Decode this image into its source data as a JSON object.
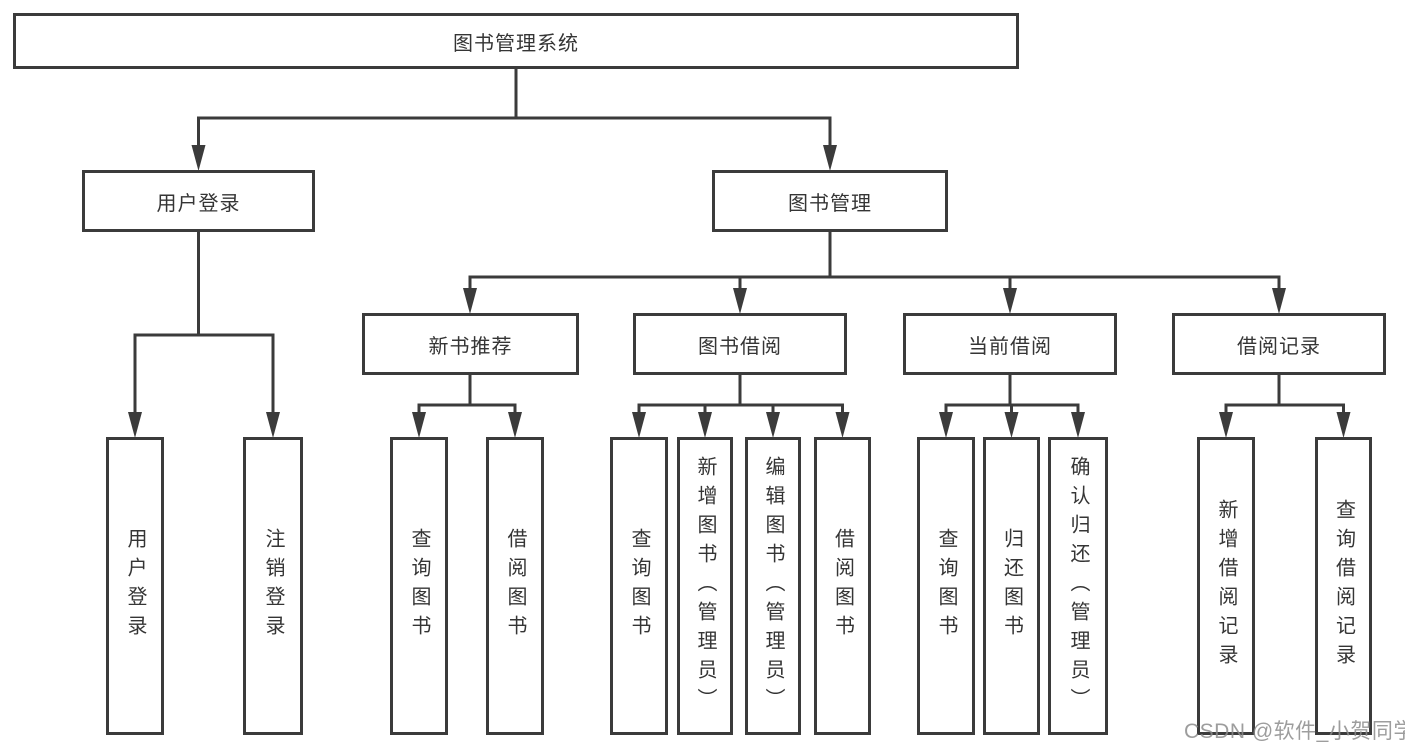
{
  "diagram": {
    "title": "图书管理系统",
    "level2": [
      {
        "label": "用户登录"
      },
      {
        "label": "图书管理"
      }
    ],
    "level3": [
      {
        "label": "新书推荐"
      },
      {
        "label": "图书借阅"
      },
      {
        "label": "当前借阅"
      },
      {
        "label": "借阅记录"
      }
    ],
    "leaves": {
      "user": [
        "用户登录",
        "注销登录"
      ],
      "recommend": [
        "查询图书",
        "借阅图书"
      ],
      "borrow": [
        "查询图书",
        "新增图书（管理员）",
        "编辑图书（管理员）",
        "借阅图书"
      ],
      "current": [
        "查询图书",
        "归还图书",
        "确认归还（管理员）"
      ],
      "records": [
        "新增借阅记录",
        "查询借阅记录"
      ]
    },
    "colors": {
      "line": "#3b3b3b",
      "text": "#353535",
      "background": "#ffffff"
    }
  },
  "watermark": {
    "text": "CSDN @软件_小贺同学",
    "color": "#8c8c8c"
  }
}
